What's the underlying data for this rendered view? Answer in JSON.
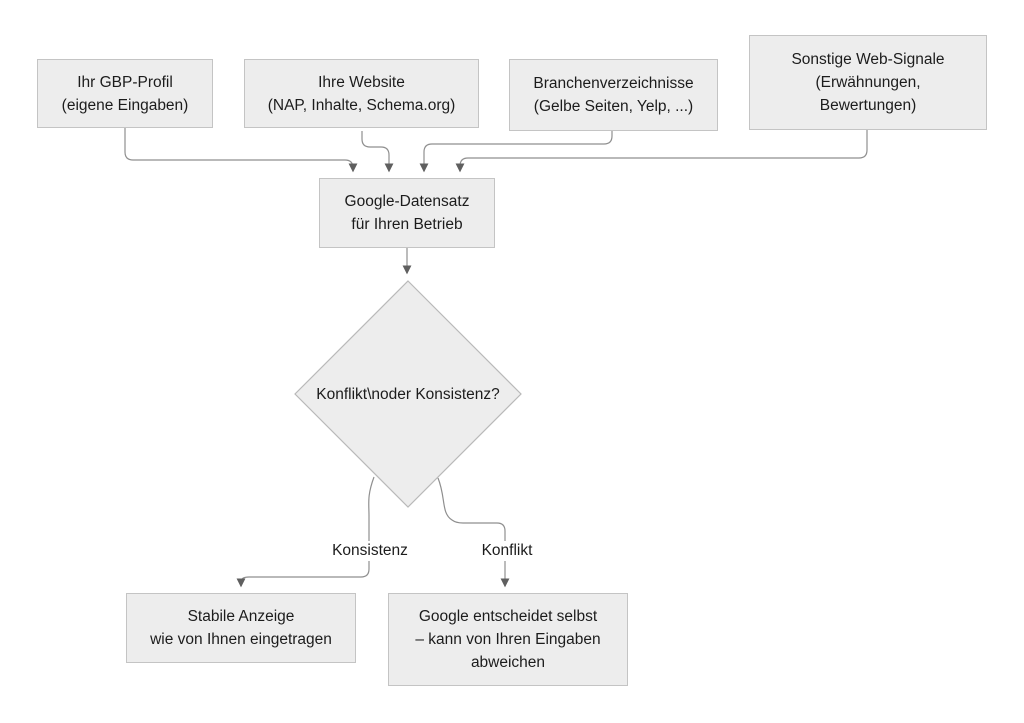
{
  "diagram": {
    "title_semantic": "GBP-Daten Flussdiagramm",
    "colors": {
      "node_fill": "#ededed",
      "node_border": "#c4c4c4",
      "text_color": "#1c1c1c",
      "line_color": "#8f8f8f",
      "arrow_color": "#5f5f5f",
      "canvas_bg": "#ffffff"
    },
    "source_boxes": {
      "gbp": {
        "line1": "Ihr GBP-Profil",
        "line2": "(eigene Eingaben)"
      },
      "website": {
        "line1": "Ihre Website",
        "line2": "(NAP, Inhalte, Schema.org)"
      },
      "directories": {
        "line1": "Branchenverzeichnisse",
        "line2": "(Gelbe Seiten, Yelp, ...)"
      },
      "web_signals": {
        "line1": "Sonstige Web-Signale",
        "line2": "(Erwähnungen,",
        "line3": "Bewertungen)"
      }
    },
    "aggregate_box": {
      "line1": "Google-Datensatz",
      "line2": "für Ihren Betrieb"
    },
    "decision": {
      "label": "Konflikt\\noder Konsistenz?"
    },
    "branch_labels": {
      "consistency": "Konsistenz",
      "conflict": "Konflikt"
    },
    "outcome_boxes": {
      "stable": {
        "line1": "Stabile Anzeige",
        "line2": "wie von Ihnen eingetragen"
      },
      "google_decides": {
        "line1": "Google entscheidet selbst",
        "line2": "– kann von Ihren Eingaben",
        "line3": "abweichen"
      }
    }
  }
}
